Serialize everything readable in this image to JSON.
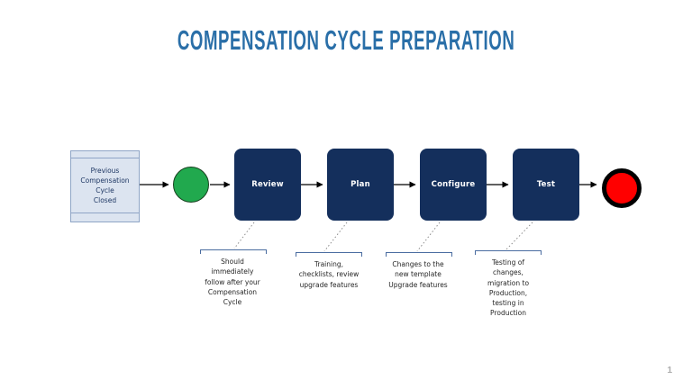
{
  "title": "COMPENSATION CYCLE PREPARATION",
  "page_number": "1",
  "colors": {
    "title": "#2A6FA8",
    "navy": "#142F5C",
    "step-label": "#FFFFFF",
    "prev-fill": "#DCE4F0",
    "prev-border": "#8FA5C6",
    "prev-text": "#1F3864",
    "green": "#21A94E",
    "green-border": "#17401F",
    "red": "#FF0000",
    "end-ring": "#000000",
    "bracket": "#4A6CA0",
    "connector": "#8C8C8C",
    "arrow": "#000000",
    "note-text": "#262626",
    "page-number": "#ACACAC"
  },
  "flow": {
    "previous_step": {
      "label": "Previous\nCompensation Cycle\nClosed"
    },
    "steps": [
      {
        "label": "Review",
        "note": "Should\nimmediately\nfollow after your\nCompensation\nCycle"
      },
      {
        "label": "Plan",
        "note": "Training,\nchecklists, review\nupgrade features"
      },
      {
        "label": "Configure",
        "note": "Changes to the\nnew template\nUpgrade features"
      },
      {
        "label": "Test",
        "note": "Testing of\nchanges,\nmigration to\nProduction,\ntesting in\nProduction"
      }
    ]
  }
}
